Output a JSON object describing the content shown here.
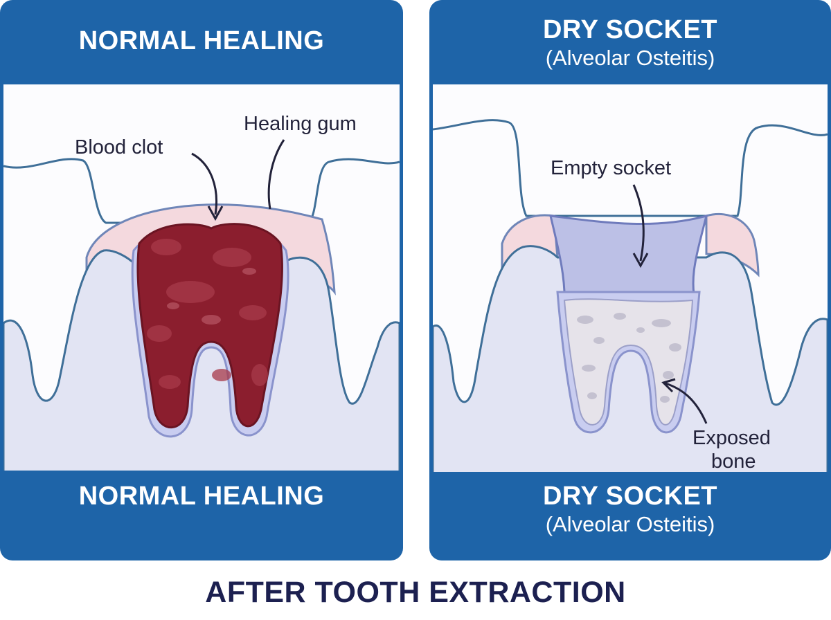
{
  "left_panel": {
    "header_title": "NORMAL HEALING",
    "footer_title": "NORMAL HEALING",
    "labels": {
      "blood_clot": "Blood clot",
      "healing_gum": "Healing gum"
    }
  },
  "right_panel": {
    "header_title": "DRY SOCKET",
    "header_subtitle": "(Alveolar Osteitis)",
    "footer_title": "DRY SOCKET",
    "footer_subtitle": "(Alveolar Osteitis)",
    "labels": {
      "empty_socket": "Empty socket",
      "exposed_bone_line1": "Exposed",
      "exposed_bone_line2": "bone"
    }
  },
  "caption": "AFTER TOOTH EXTRACTION",
  "colors": {
    "header_blue": "#1e64a8",
    "clot_red": "#8b1e2e",
    "gum_pink": "#f4d9de",
    "bone_lavender": "#e2e4f3",
    "empty_socket": "#bcc0e6",
    "caption_navy": "#1c2050"
  }
}
